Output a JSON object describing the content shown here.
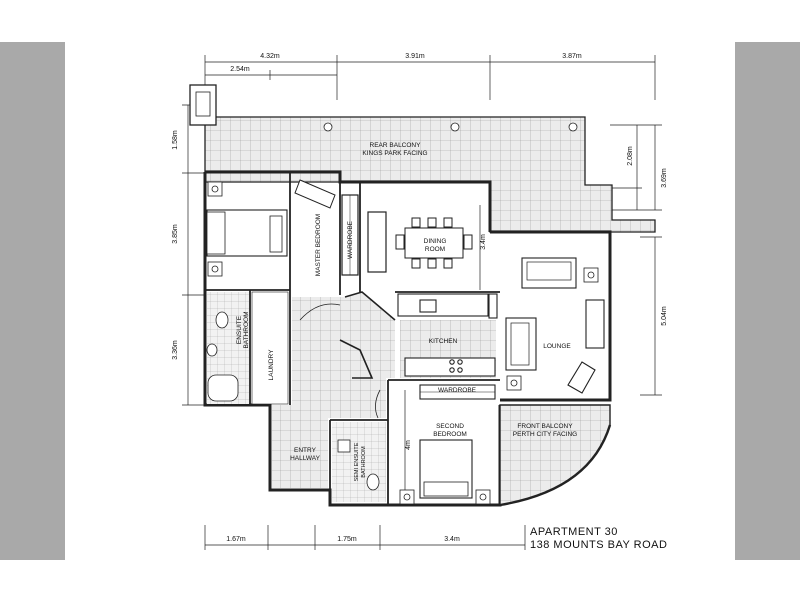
{
  "caption": {
    "line1": "APARTMENT 30",
    "line2": "138 MOUNTS BAY ROAD"
  },
  "rooms": {
    "rear_balcony_1": "REAR BALCONY",
    "rear_balcony_2": "KINGS PARK FACING",
    "master_bedroom": "MASTER BEDROOM",
    "wardrobe_master": "WARDROBE",
    "dining_1": "DINING",
    "dining_2": "ROOM",
    "lounge": "LOUNGE",
    "kitchen": "KITCHEN",
    "ensuite_1": "ENSUITE",
    "ensuite_2": "BATHROOM",
    "laundry": "LAUNDRY",
    "wardrobe_second": "WARDROBE",
    "second_1": "SECOND",
    "second_2": "BEDROOM",
    "front_balcony_1": "FRONT BALCONY",
    "front_balcony_2": "PERTH CITY FACING",
    "entry_1": "ENTRY",
    "entry_2": "HALLWAY",
    "semi_1": "SEMI ENSUITE",
    "semi_2": "BATHROOM"
  },
  "dimensions": {
    "top_432": "4.32m",
    "top_391": "3.91m",
    "top_387": "3.87m",
    "top_254": "2.54m",
    "left_158": "1.58m",
    "left_385": "3.85m",
    "left_336": "3.36m",
    "right_208": "2.08m",
    "right_369": "3.69m",
    "right_504": "5.04m",
    "dining_34": "3.4m",
    "second_4": "4m",
    "bottom_167": "1.67m",
    "bottom_175": "1.75m",
    "bottom_34": "3.4m"
  }
}
